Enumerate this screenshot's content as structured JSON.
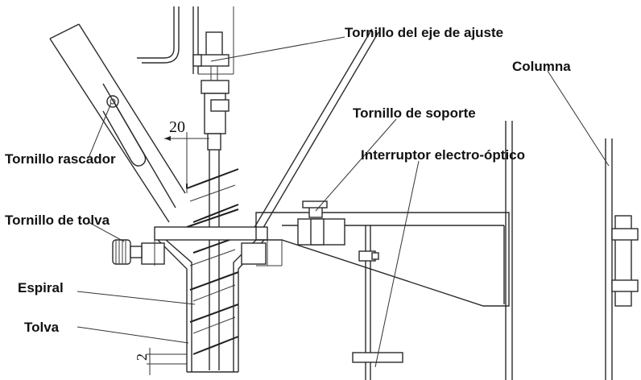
{
  "labels": {
    "adjust_screw": "Tornillo del eje de ajuste",
    "column": "Columna",
    "support_screw": "Tornillo de soporte",
    "photo_switch": "Interruptor electro-óptico",
    "scraper_screw": "Tornillo rascador",
    "hopper_screw": "Tornillo de tolva",
    "spiral": "Espiral",
    "hopper": "Tolva"
  },
  "dimensions": {
    "top_gap": "20",
    "bottom_gap": "2"
  }
}
